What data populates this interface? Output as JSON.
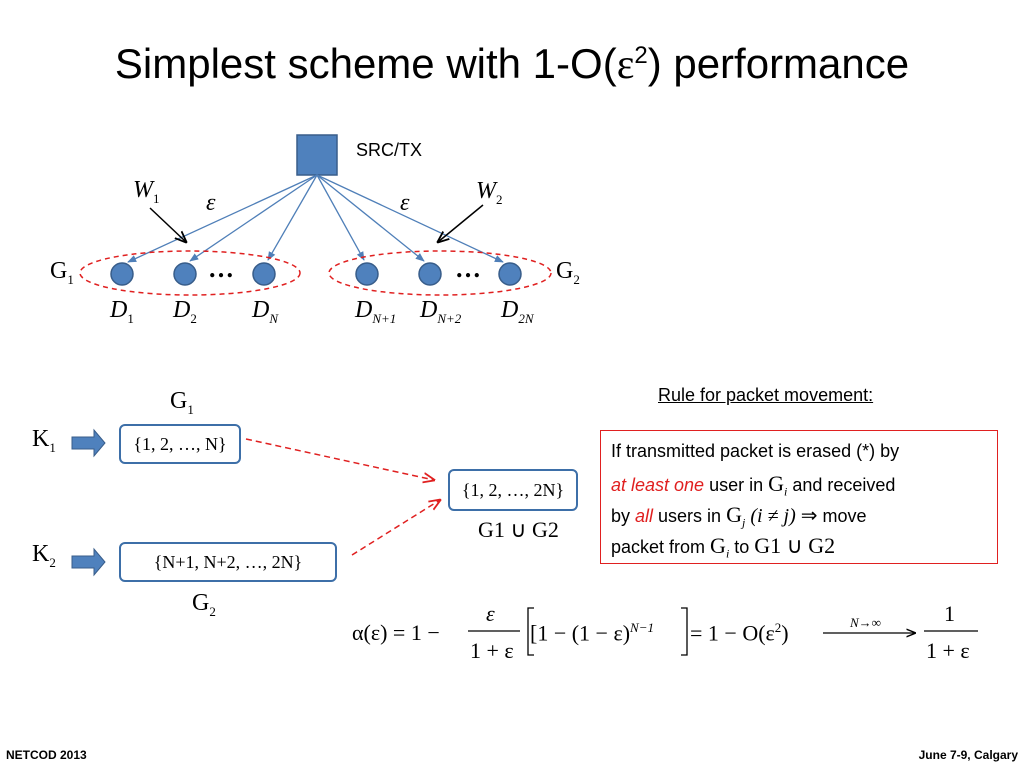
{
  "title": {
    "main": "Simplest scheme with 1-O(",
    "epsilon": "ε",
    "sup": "2",
    "tail": ") performance"
  },
  "diagram": {
    "src_label": "SRC/TX",
    "w1": {
      "base": "W",
      "sub": "1"
    },
    "w2": {
      "base": "W",
      "sub": "2"
    },
    "eps_left": "ε",
    "eps_right": "ε",
    "dots": "…",
    "g1": {
      "base": "G",
      "sub": "1"
    },
    "g2": {
      "base": "G",
      "sub": "2"
    },
    "receivers": [
      {
        "base": "D",
        "sub": "1"
      },
      {
        "base": "D",
        "sub": "2"
      },
      {
        "base": "D",
        "sub": "N"
      },
      {
        "base": "D",
        "sub": "N+1"
      },
      {
        "base": "D",
        "sub": "N+2"
      },
      {
        "base": "D",
        "sub": "2N"
      }
    ]
  },
  "sets": {
    "g1_label": {
      "base": "G",
      "sub": "1"
    },
    "g2_label": {
      "base": "G",
      "sub": "2"
    },
    "k1": {
      "base": "K",
      "sub": "1"
    },
    "k2": {
      "base": "K",
      "sub": "2"
    },
    "set1": "{1, 2, …, N}",
    "set2": "{N+1, N+2, …, 2N}",
    "union_set": "{1, 2, …, 2N}",
    "union_label": "G1 ∪ G2"
  },
  "rule": {
    "heading": "Rule for packet movement:",
    "line1": "If transmitted packet is erased (*) by",
    "line2_red": "at least one",
    "line2_rest": " user in ",
    "line2_g": "G",
    "line2_gsub": "i",
    "line2_tail": " and received",
    "line3_a": "by ",
    "line3_red": "all",
    "line3_b": " users in ",
    "line3_g": "G",
    "line3_gsub": "j",
    "line3_cond": "(i ≠ j)",
    "line3_arrow": "⇒",
    "line3_tail": " move",
    "line4_a": "packet from ",
    "line4_g": "G",
    "line4_gsub": "i",
    "line4_to": " to ",
    "line4_union": "G1 ∪ G2"
  },
  "formula": {
    "lhs": "α(ε) = 1 −",
    "frac1_num": "ε",
    "frac1_den": "1 + ε",
    "bracket": "[1 − (1 − ε)",
    "bracket_sup": "N−1",
    "bracket_end": "]",
    "mid": "= 1 − O(ε",
    "mid_sup": "2",
    "mid_end": ")",
    "limit": "N→∞",
    "frac2_num": "1",
    "frac2_den": "1 + ε"
  },
  "footer": {
    "left": "NETCOD 2013",
    "right": "June 7-9, Calgary"
  },
  "colors": {
    "node_fill": "#4f81bd",
    "node_stroke": "#385d8a",
    "arrow_blue": "#4f7fb8",
    "dashed_red": "#e02020",
    "box_border": "#3d6fa8"
  }
}
